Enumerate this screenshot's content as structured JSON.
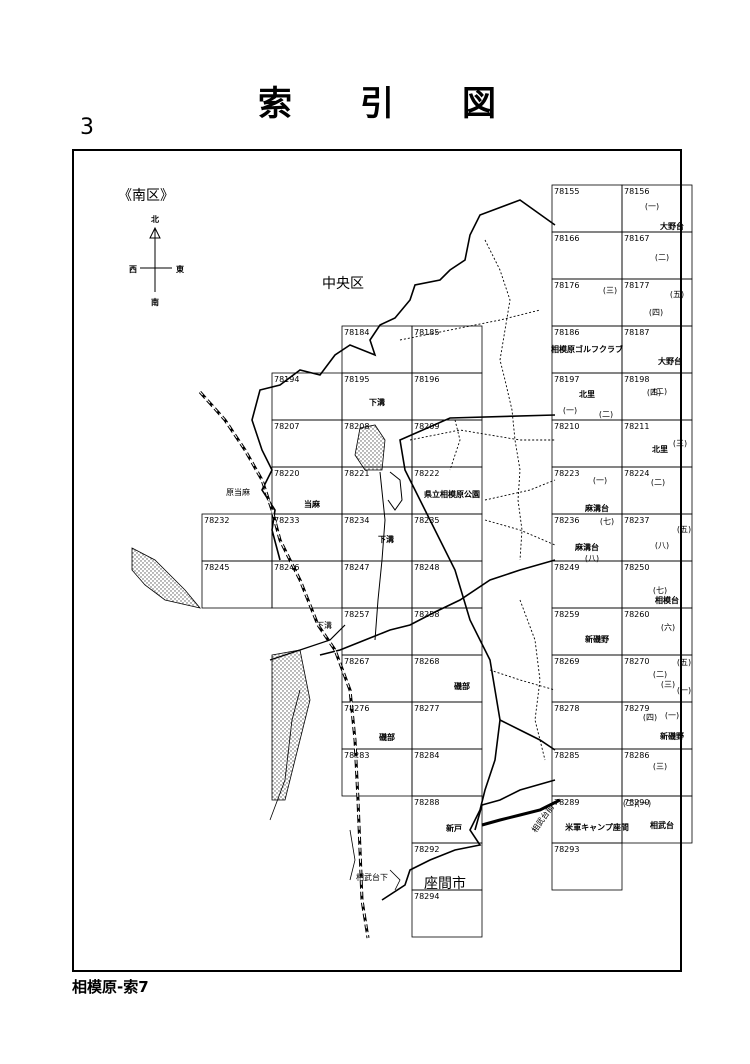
{
  "title_chars": [
    "索",
    "引",
    "図"
  ],
  "page_number": "3",
  "footer": "相模原-索7",
  "ward_label": "《南区》",
  "compass": {
    "north": "北",
    "south": "南",
    "east": "東",
    "west": "西"
  },
  "areas": {
    "chuo_ku": "中央区",
    "zama_shi": "座間市"
  },
  "cells": [
    {
      "id": "78155",
      "c": 6,
      "r": 0
    },
    {
      "id": "78156",
      "c": 7,
      "r": 0
    },
    {
      "id": "78166",
      "c": 6,
      "r": 1
    },
    {
      "id": "78167",
      "c": 7,
      "r": 1
    },
    {
      "id": "78176",
      "c": 6,
      "r": 2
    },
    {
      "id": "78177",
      "c": 7,
      "r": 2
    },
    {
      "id": "78184",
      "c": 3,
      "r": 3
    },
    {
      "id": "78185",
      "c": 4,
      "r": 3
    },
    {
      "id": "78186",
      "c": 6,
      "r": 3
    },
    {
      "id": "78187",
      "c": 7,
      "r": 3
    },
    {
      "id": "78194",
      "c": 2,
      "r": 4
    },
    {
      "id": "78195",
      "c": 3,
      "r": 4
    },
    {
      "id": "78196",
      "c": 4,
      "r": 4
    },
    {
      "id": "78197",
      "c": 6,
      "r": 4
    },
    {
      "id": "78198",
      "c": 7,
      "r": 4
    },
    {
      "id": "78207",
      "c": 2,
      "r": 5
    },
    {
      "id": "78208",
      "c": 3,
      "r": 5
    },
    {
      "id": "78209",
      "c": 4,
      "r": 5
    },
    {
      "id": "78210",
      "c": 6,
      "r": 5
    },
    {
      "id": "78211",
      "c": 7,
      "r": 5
    },
    {
      "id": "78220",
      "c": 2,
      "r": 6
    },
    {
      "id": "78221",
      "c": 3,
      "r": 6
    },
    {
      "id": "78222",
      "c": 4,
      "r": 6
    },
    {
      "id": "78223",
      "c": 6,
      "r": 6
    },
    {
      "id": "78224",
      "c": 7,
      "r": 6
    },
    {
      "id": "78232",
      "c": 1,
      "r": 7
    },
    {
      "id": "78233",
      "c": 2,
      "r": 7
    },
    {
      "id": "78234",
      "c": 3,
      "r": 7
    },
    {
      "id": "78235",
      "c": 4,
      "r": 7
    },
    {
      "id": "78236",
      "c": 6,
      "r": 7
    },
    {
      "id": "78237",
      "c": 7,
      "r": 7
    },
    {
      "id": "78245",
      "c": 1,
      "r": 8
    },
    {
      "id": "78246",
      "c": 2,
      "r": 8
    },
    {
      "id": "78247",
      "c": 3,
      "r": 8
    },
    {
      "id": "78248",
      "c": 4,
      "r": 8
    },
    {
      "id": "78249",
      "c": 6,
      "r": 8
    },
    {
      "id": "78250",
      "c": 7,
      "r": 8
    },
    {
      "id": "78257",
      "c": 3,
      "r": 9
    },
    {
      "id": "78258",
      "c": 4,
      "r": 9
    },
    {
      "id": "78259",
      "c": 6,
      "r": 9
    },
    {
      "id": "78260",
      "c": 7,
      "r": 9
    },
    {
      "id": "78267",
      "c": 3,
      "r": 10
    },
    {
      "id": "78268",
      "c": 4,
      "r": 10
    },
    {
      "id": "78269",
      "c": 6,
      "r": 10
    },
    {
      "id": "78270",
      "c": 7,
      "r": 10
    },
    {
      "id": "78276",
      "c": 3,
      "r": 11
    },
    {
      "id": "78277",
      "c": 4,
      "r": 11
    },
    {
      "id": "78278",
      "c": 6,
      "r": 11
    },
    {
      "id": "78279",
      "c": 7,
      "r": 11
    },
    {
      "id": "78283",
      "c": 3,
      "r": 12
    },
    {
      "id": "78284",
      "c": 4,
      "r": 12
    },
    {
      "id": "78285",
      "c": 6,
      "r": 12
    },
    {
      "id": "78286",
      "c": 7,
      "r": 12
    },
    {
      "id": "78288",
      "c": 4,
      "r": 13
    },
    {
      "id": "78289",
      "c": 6,
      "r": 13
    },
    {
      "id": "78290",
      "c": 7,
      "r": 13
    },
    {
      "id": "78292",
      "c": 4,
      "r": 14
    },
    {
      "id": "78293",
      "c": 6,
      "r": 14
    },
    {
      "id": "78294",
      "c": 4,
      "r": 15
    }
  ],
  "places": [
    {
      "text": "大野台",
      "cell": "78156"
    },
    {
      "text": "相模原ゴルフクラブ",
      "cell": "78186"
    },
    {
      "text": "大野台",
      "cell": "78187"
    },
    {
      "text": "北里",
      "cell": "78197"
    },
    {
      "text": "北里",
      "cell": "78211"
    },
    {
      "text": "下溝",
      "cell": "78195"
    },
    {
      "text": "麻溝台",
      "cell": "78223"
    },
    {
      "text": "県立相模原公園",
      "cell": "78222"
    },
    {
      "text": "当麻",
      "cell": "78220"
    },
    {
      "text": "下溝",
      "cell": "78234"
    },
    {
      "text": "麻溝台",
      "cell": "78236"
    },
    {
      "text": "相模台",
      "cell": "78250"
    },
    {
      "text": "新磯野",
      "cell": "78259"
    },
    {
      "text": "磯部",
      "cell": "78268"
    },
    {
      "text": "磯部",
      "cell": "78276"
    },
    {
      "text": "新磯野",
      "cell": "78279"
    },
    {
      "text": "相武台",
      "cell": "78290"
    },
    {
      "text": "新戸",
      "cell": "78288"
    },
    {
      "text": "米軍キャンプ座間",
      "cell": "78289"
    }
  ],
  "subdivisions": [
    {
      "text": "(一)",
      "cell": "78156"
    },
    {
      "text": "(二)",
      "cell": "78167"
    },
    {
      "text": "(三)",
      "cell": "78176"
    },
    {
      "text": "(五)",
      "cell": "78177"
    },
    {
      "text": "(四)",
      "cell": "78177"
    },
    {
      "text": "(四)",
      "cell": "78198"
    },
    {
      "text": "(一)",
      "cell": "78197"
    },
    {
      "text": "(二)",
      "cell": "78197"
    },
    {
      "text": "(二)",
      "cell": "78198"
    },
    {
      "text": "(三)",
      "cell": "78211"
    },
    {
      "text": "(一)",
      "cell": "78223"
    },
    {
      "text": "(二)",
      "cell": "78224"
    },
    {
      "text": "(七)",
      "cell": "78236"
    },
    {
      "text": "(八)",
      "cell": "78237"
    },
    {
      "text": "(五)",
      "cell": "78237"
    },
    {
      "text": "(八)",
      "cell": "78236"
    },
    {
      "text": "(七)",
      "cell": "78250"
    },
    {
      "text": "(六)",
      "cell": "78260"
    },
    {
      "text": "(五)",
      "cell": "78270"
    },
    {
      "text": "(二)",
      "cell": "78270"
    },
    {
      "text": "(三)",
      "cell": "78270"
    },
    {
      "text": "(一)",
      "cell": "78270"
    },
    {
      "text": "(四)",
      "cell": "78279"
    },
    {
      "text": "(一)",
      "cell": "78279"
    },
    {
      "text": "(三)",
      "cell": "78286"
    },
    {
      "text": "(二)",
      "cell": "78290"
    },
    {
      "text": "(一)",
      "cell": "78290"
    }
  ],
  "station_labels": [
    "下溝",
    "相武台下",
    "原当麻",
    "相武台前"
  ]
}
